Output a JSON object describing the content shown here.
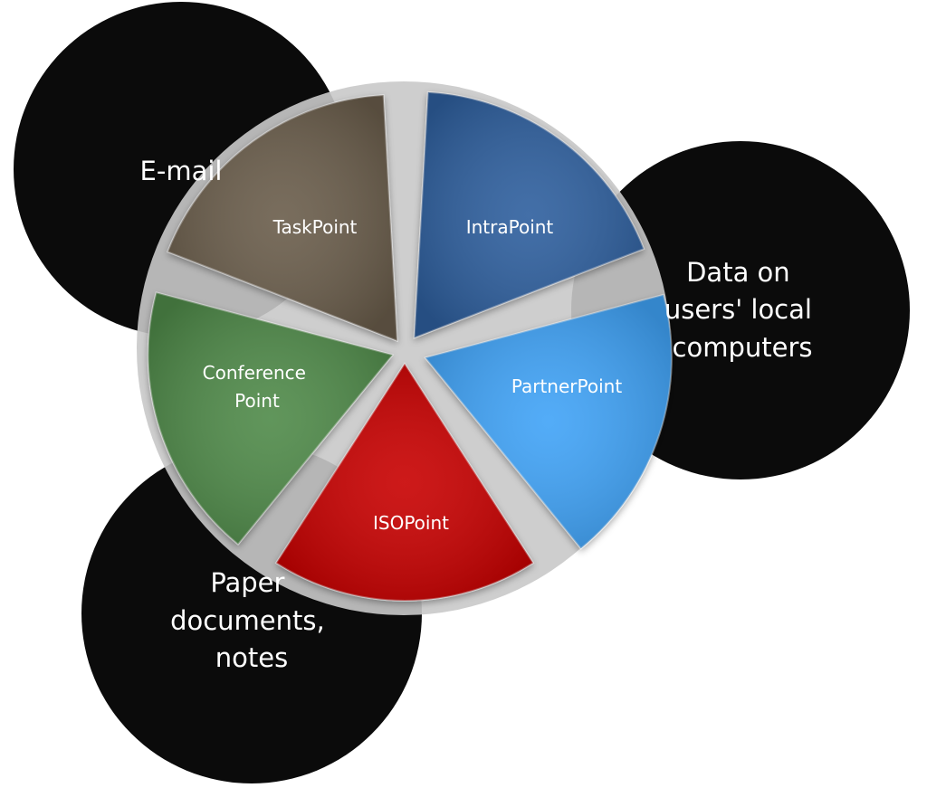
{
  "outer_circles": [
    {
      "id": "email",
      "lines": [
        "E-mail"
      ],
      "color": "#0b0b0b"
    },
    {
      "id": "local",
      "lines": [
        "Data on",
        "users' local",
        "computers"
      ],
      "color": "#0b0b0b"
    },
    {
      "id": "paper",
      "lines": [
        "Paper",
        "documents,",
        "notes"
      ],
      "color": "#0b0b0b"
    }
  ],
  "segments": [
    {
      "id": "intrapoint",
      "lines": [
        "IntraPoint"
      ],
      "color": "#2f5f9e"
    },
    {
      "id": "partnerpoint",
      "lines": [
        "PartnerPoint"
      ],
      "color": "#3fa3f7"
    },
    {
      "id": "isopoint",
      "lines": [
        "ISOPoint"
      ],
      "color": "#c80404"
    },
    {
      "id": "conferencepoint",
      "lines": [
        "Conference",
        "Point"
      ],
      "color": "#4f8a48"
    },
    {
      "id": "taskpoint",
      "lines": [
        "TaskPoint"
      ],
      "color": "#6a5d4c"
    }
  ]
}
